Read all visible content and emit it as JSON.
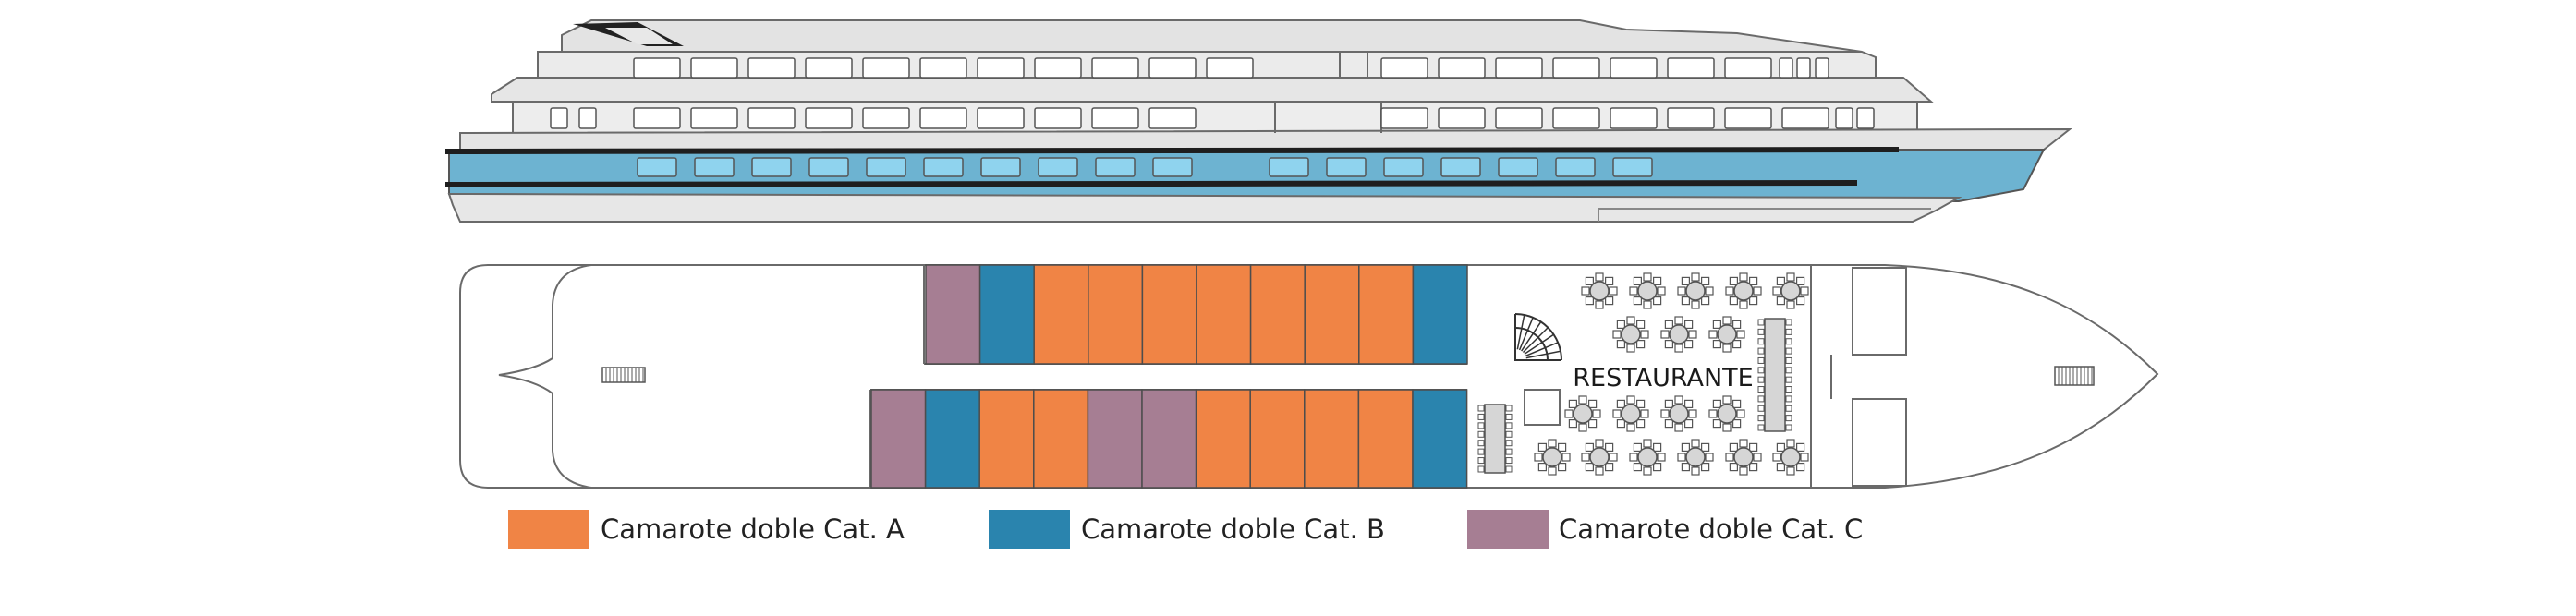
{
  "room_label": "RESTAURANTE",
  "legend": [
    {
      "label": "Camarote doble Cat. A",
      "color": "#F08445"
    },
    {
      "label": "Camarote doble Cat. B",
      "color": "#2A84AE"
    },
    {
      "label": "Camarote doble Cat. C",
      "color": "#A67E93"
    }
  ],
  "cabins": {
    "upper_row": [
      "C",
      "B",
      "A",
      "A",
      "A",
      "A",
      "A",
      "A",
      "A",
      "B"
    ],
    "lower_row": [
      "C",
      "B",
      "A",
      "A",
      "C",
      "C",
      "A",
      "A",
      "A",
      "A",
      "B"
    ]
  },
  "colors": {
    "hull_blue": "#6DB3D1",
    "window_blue": "#8FD3EE",
    "superstructure": "#E3E3E3",
    "outline": "#6A6A6A"
  }
}
